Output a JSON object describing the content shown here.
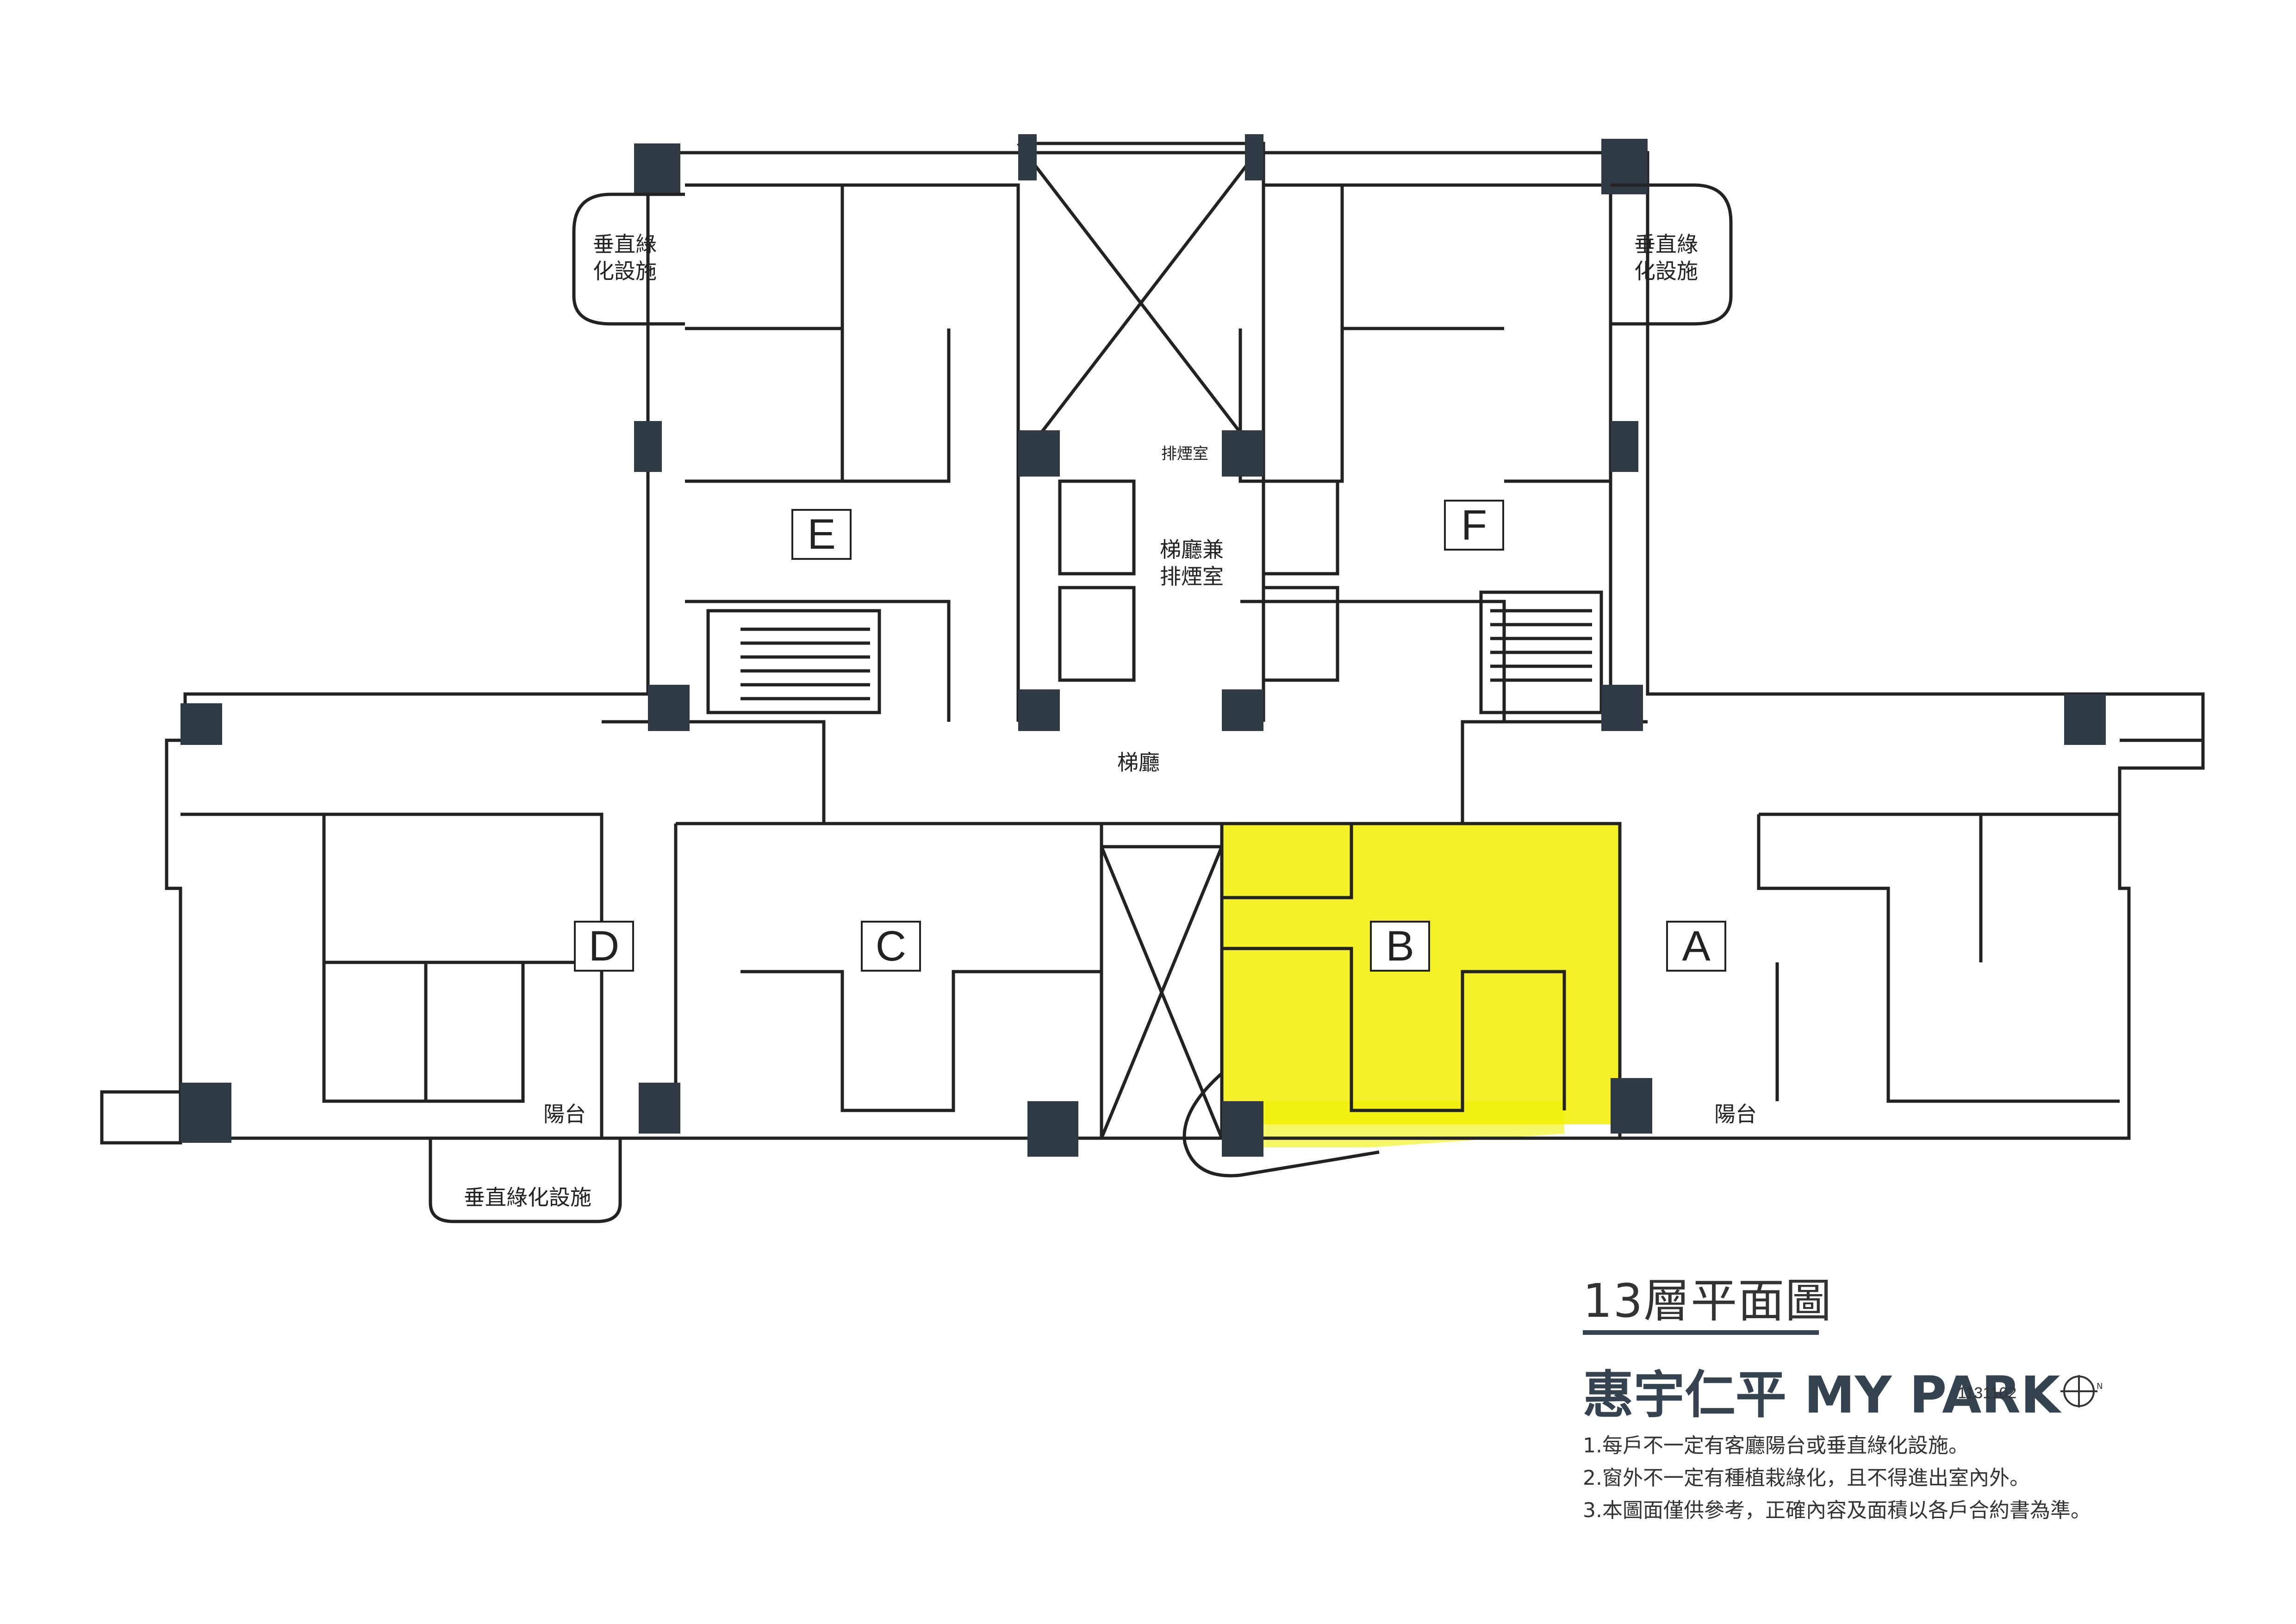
{
  "units": {
    "A": "A",
    "B": "B",
    "C": "C",
    "D": "D",
    "E": "E",
    "F": "F"
  },
  "labels": {
    "green_facility_left_top": "垂直綠\n化設施",
    "green_facility_right_top": "垂直綠\n化設施",
    "green_facility_bottom": "垂直綠化設施",
    "lift_lobby_smoke": "梯廳兼\n排煙室",
    "lift_lobby": "梯廳",
    "pipe_room": "排煙室",
    "balcony_left": "陽台",
    "balcony_right": "陽台"
  },
  "title_block": {
    "floor_title": "13層平面圖",
    "project_name": "惠宇仁平 MY PARK",
    "doc_code": "1131102",
    "north_icon": "north-arrow-icon",
    "notes": [
      "1.每戶不一定有客廳陽台或垂直綠化設施。",
      "2.窗外不一定有種植栽綠化，且不得進出室內外。",
      "3.本圖面僅供參考，正確內容及面積以各戶合約書為準。"
    ]
  },
  "colors": {
    "highlight": "#f2f000",
    "column": "#2f3a44",
    "line": "#222222",
    "title": "#34434f"
  }
}
